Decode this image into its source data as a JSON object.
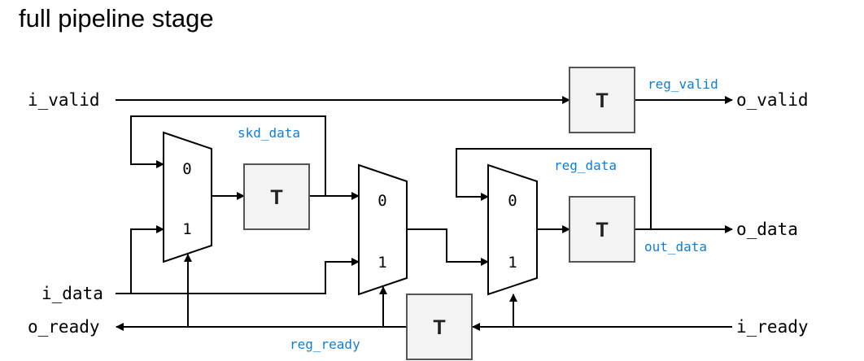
{
  "title": "full pipeline stage",
  "colors": {
    "signal_label": "#0f7fd6",
    "register_fill": "#f3f3f3",
    "wire": "#000000"
  },
  "ports": {
    "i_valid": "i_valid",
    "o_valid": "o_valid",
    "i_data": "i_data",
    "o_data": "o_data",
    "o_ready": "o_ready",
    "i_ready": "i_ready"
  },
  "signals": {
    "reg_valid": "reg_valid",
    "skd_data": "skd_data",
    "reg_data": "reg_data",
    "out_data": "out_data",
    "reg_ready": "reg_ready"
  },
  "register_label": "T",
  "mux_inputs": [
    "0",
    "1"
  ]
}
